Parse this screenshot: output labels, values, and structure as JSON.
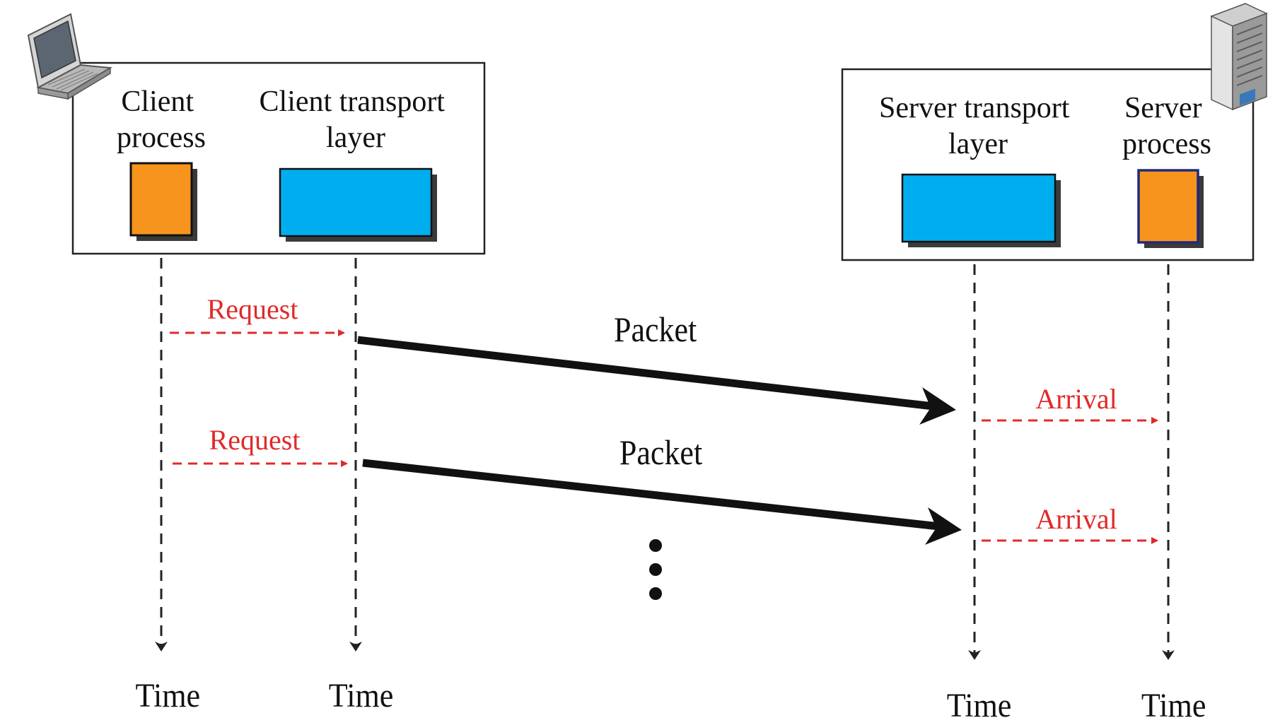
{
  "client": {
    "process_label_line1": "Client",
    "process_label_line2": "process",
    "transport_label_line1": "Client transport",
    "transport_label_line2": "layer"
  },
  "server": {
    "transport_label_line1": "Server transport",
    "transport_label_line2": "layer",
    "process_label_line1": "Server",
    "process_label_line2": "process"
  },
  "messages": [
    {
      "request": "Request",
      "packet": "Packet",
      "arrival": "Arrival"
    },
    {
      "request": "Request",
      "packet": "Packet",
      "arrival": "Arrival"
    }
  ],
  "time_labels": [
    "Time",
    "Time",
    "Time",
    "Time"
  ],
  "colors": {
    "process_box": "#f7941d",
    "transport_box": "#00aeef",
    "request_arrow": "#e02a2a",
    "packet_arrow": "#111111"
  },
  "icons": {
    "client": "laptop-icon",
    "server": "server-tower-icon"
  }
}
